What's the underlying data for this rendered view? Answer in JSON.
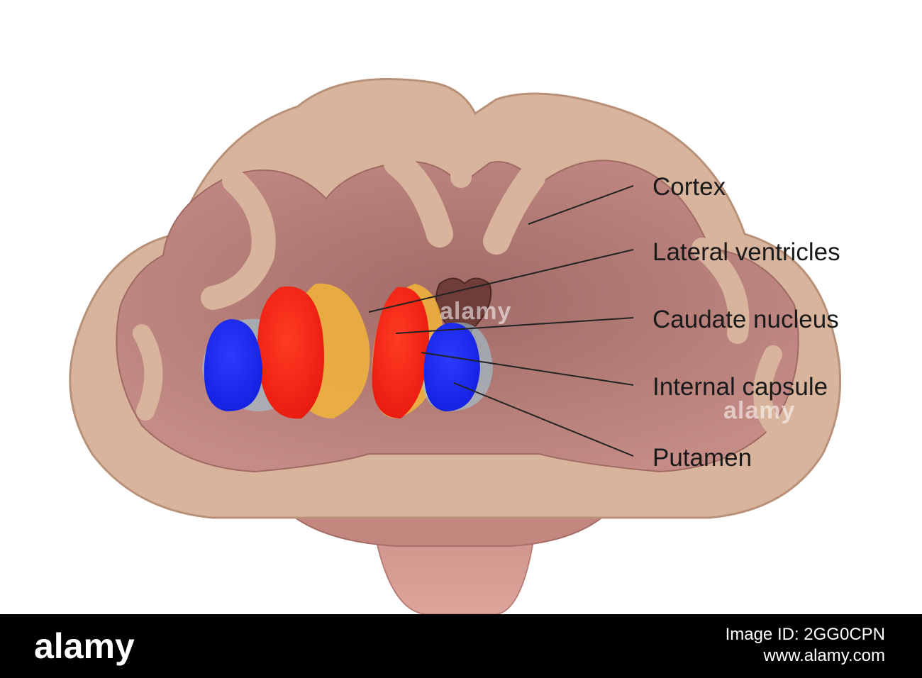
{
  "labels": {
    "cortex": "Cortex",
    "lateral_ventricles": "Lateral ventricles",
    "caudate_nucleus": "Caudate nucleus",
    "internal_capsule": "Internal capsule",
    "putamen": "Putamen"
  },
  "watermark": {
    "text": "alamy"
  },
  "footer": {
    "logo": "alamy",
    "image_id": "Image ID: 2GG0CPN",
    "site": "www.alamy.com"
  },
  "colors": {
    "caudate": "#ff2a1a",
    "putamen": "#1a2aff",
    "capsule_edge": "#f2b53a",
    "cortex": "#d9b49c",
    "white_matter": "#b9847e",
    "ventricle": "#6e3d3a"
  }
}
